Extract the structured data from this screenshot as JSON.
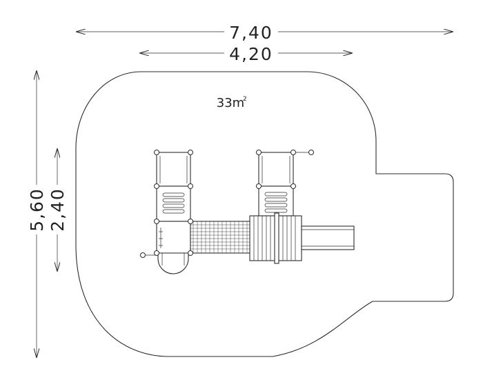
{
  "dimensions": {
    "overall_width": "7,40",
    "structure_width": "4,20",
    "overall_depth": "5,60",
    "structure_depth": "2,40"
  },
  "area": {
    "value": "33m",
    "superscript": "2"
  }
}
